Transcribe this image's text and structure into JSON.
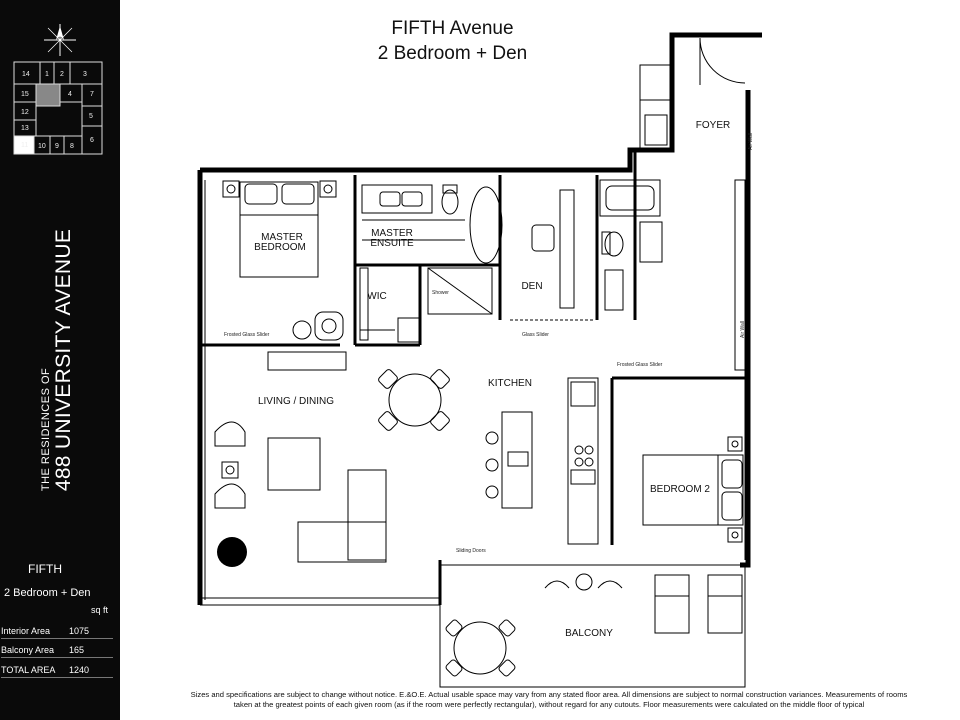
{
  "header": {
    "title": "FIFTH Avenue",
    "subtitle": "2 Bedroom + Den"
  },
  "sidebar": {
    "building_small": "THE RESIDENCES OF",
    "building_big": "488 UNIVERSITY AVENUE",
    "unit_name": "FIFTH",
    "unit_type": "2 Bedroom + Den",
    "stats_unit": "sq ft",
    "stats": [
      {
        "label": "Interior Area",
        "value": "1075"
      },
      {
        "label": "Balcony Area",
        "value": "165"
      },
      {
        "label": "TOTAL AREA",
        "value": "1240"
      }
    ],
    "keyplan_units": [
      "14",
      "1",
      "2",
      "3",
      "15",
      "12",
      "4",
      "13",
      "11",
      "5",
      "10",
      "9",
      "8",
      "6",
      "7"
    ]
  },
  "plan": {
    "rooms": {
      "master_bedroom_1": "MASTER",
      "master_bedroom_2": "BEDROOM",
      "master_ensuite_1": "MASTER",
      "master_ensuite_2": "ENSUITE",
      "wic": "WIC",
      "den": "DEN",
      "foyer": "FOYER",
      "kitchen": "KITCHEN",
      "living_dining": "LIVING / DINING",
      "bedroom2": "BEDROOM 2",
      "balcony": "BALCONY"
    },
    "notes": {
      "frosted_glass_slider": "Frosted Glass Slider",
      "shower": "Shower",
      "glass_slider": "Glass Slider",
      "sliding_doors": "Sliding Doors",
      "air_walls": "Air Wall"
    }
  },
  "disclaimer": {
    "line1": "Sizes and specifications are subject to change without notice. E.&O.E.  Actual usable space may vary from any stated floor area.  All dimensions are subject to normal construction variances.  Measurements of rooms",
    "line2": "taken at the greatest points of each given room (as if the room were perfectly rectangular), without regard for any cutouts. Floor measurements were calculated on the middle floor of typical"
  }
}
